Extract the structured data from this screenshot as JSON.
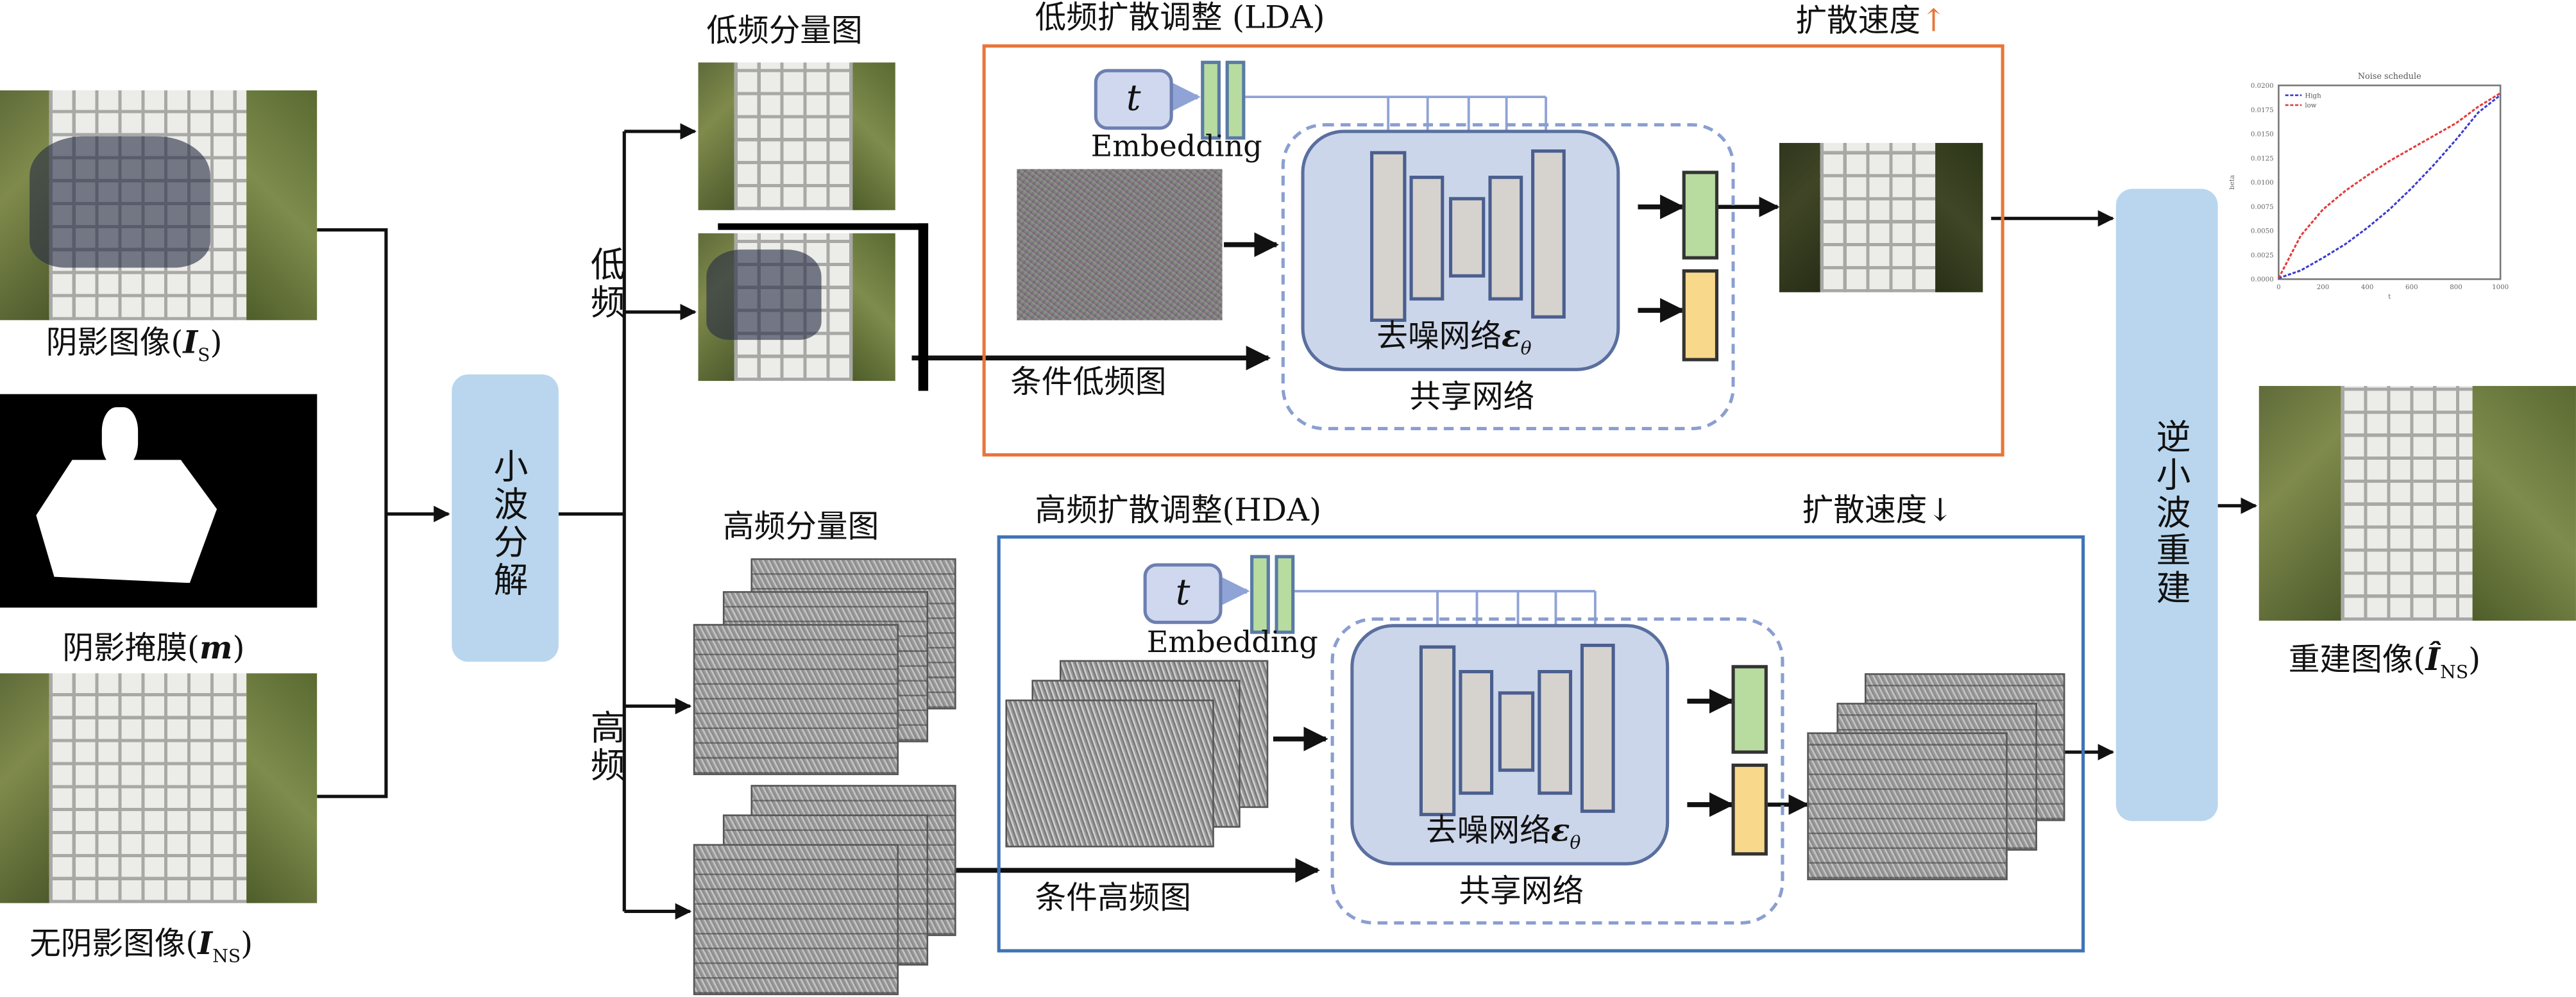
{
  "left_labels": {
    "shadow_image": "阴影图像(",
    "shadow_image_sym": "I",
    "shadow_image_sub": "S",
    "shadow_mask": "阴影掩膜(",
    "shadow_mask_sym": "m",
    "shadow_free": "无阴影图像(",
    "shadow_free_sym": "I",
    "shadow_free_sub": "NS",
    "close_paren": ")"
  },
  "wavelet_decomp": "小波分解",
  "inverse_wavelet": "逆小波重建",
  "branch_low": "低频",
  "branch_high": "高频",
  "low_component_title": "低频分量图",
  "high_component_title": "高频分量图",
  "lda": {
    "title": "低频扩散调整 (LDA)",
    "speed": "扩散速度",
    "speed_arrow": "↑",
    "t_label": "t",
    "embedding": "Embedding",
    "denoise": "去噪网络",
    "epsilon": "ε",
    "theta": "θ",
    "shared": "共享网络",
    "condition": "条件低频图",
    "color": "#e8763a"
  },
  "hda": {
    "title": "高频扩散调整(HDA)",
    "speed": "扩散速度",
    "speed_arrow": "↓",
    "t_label": "t",
    "embedding": "Embedding",
    "denoise": "去噪网络",
    "epsilon": "ε",
    "theta": "θ",
    "shared": "共享网络",
    "condition": "条件高频图",
    "color": "#3f73b8"
  },
  "output_label": {
    "text": "重建图像(",
    "sym": "Î",
    "sub": "NS",
    "close": ")"
  },
  "chart_data": {
    "type": "line",
    "title": "Noise schedule",
    "xlabel": "t",
    "ylabel": "beta",
    "xlim": [
      0,
      1000
    ],
    "ylim": [
      0,
      0.02
    ],
    "xticks": [
      "0",
      "200",
      "400",
      "600",
      "800",
      "1000"
    ],
    "yticks": [
      "0.0000",
      "0.0025",
      "0.0050",
      "0.0075",
      "0.0100",
      "0.0125",
      "0.0150",
      "0.0175",
      "0.0200"
    ],
    "legend_position": "top-left",
    "x": [
      0,
      100,
      200,
      300,
      400,
      500,
      600,
      700,
      800,
      900,
      1000
    ],
    "series": [
      {
        "name": "High",
        "color": "#3b3bd0",
        "values": [
          0.0001,
          0.0009,
          0.0022,
          0.0036,
          0.0053,
          0.0072,
          0.0094,
          0.0118,
          0.0144,
          0.0172,
          0.019
        ]
      },
      {
        "name": "low",
        "color": "#e33b3b",
        "values": [
          0.0001,
          0.0045,
          0.0072,
          0.0091,
          0.0107,
          0.0122,
          0.0135,
          0.0148,
          0.0161,
          0.0178,
          0.0192
        ]
      }
    ]
  }
}
